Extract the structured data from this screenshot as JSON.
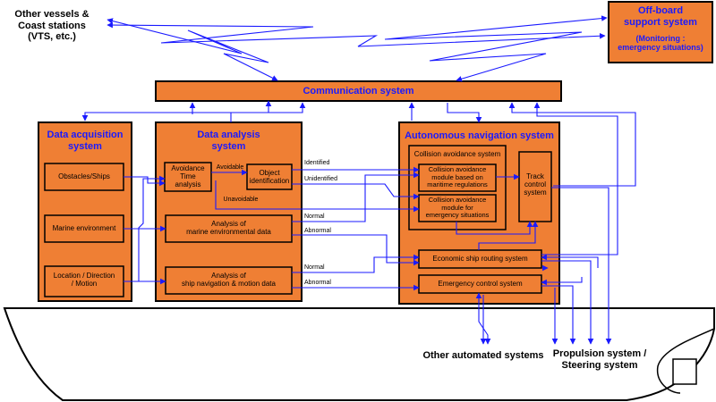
{
  "external": {
    "vessels": "Other vessels &\nCoast stations\n(VTS, etc.)",
    "offboard_title": "Off-board\nsupport system",
    "offboard_sub": "(Monitoring :\nemergency situations)"
  },
  "communication": "Communication system",
  "acquisition": {
    "title": "Data acquisition\nsystem",
    "items": [
      "Obstacles/Ships",
      "Marine environment",
      "Location / Direction\n/ Motion"
    ]
  },
  "analysis": {
    "title": "Data analysis\nsystem",
    "avoidance_time": "Avoidance\nTime\nanalysis",
    "object_id": "Object\nidentification",
    "marine_env": "Analysis of\nmarine environmental data",
    "ship_nav": "Analysis of\nship navigation & motion data"
  },
  "autonomous": {
    "title": "Autonomous navigation system",
    "collision_system": "Collision avoidance system",
    "cam_maritime": "Collision avoidance\nmodule based on\nmaritime regulations",
    "cam_emergency": "Collision avoidance\nmodule for\nemergency situations",
    "track": "Track\ncontrol\nsystem",
    "economic": "Economic ship routing system",
    "emergency": "Emergency control system"
  },
  "flow_labels": {
    "avoidable": "Avoidable",
    "unavoidable": "Unavoidable",
    "identified": "Identified",
    "unidentified": "Unidentified",
    "normal1": "Normal",
    "abnormal1": "Abnormal",
    "normal2": "Normal",
    "abnormal2": "Abnormal"
  },
  "outputs": {
    "other_automated": "Other automated systems",
    "propulsion": "Propulsion system /\nSteering system"
  },
  "colors": {
    "box_fill": "#ef7f34",
    "outline": "#000000",
    "arrow": "#1a1aff",
    "title": "#1a1aff"
  }
}
